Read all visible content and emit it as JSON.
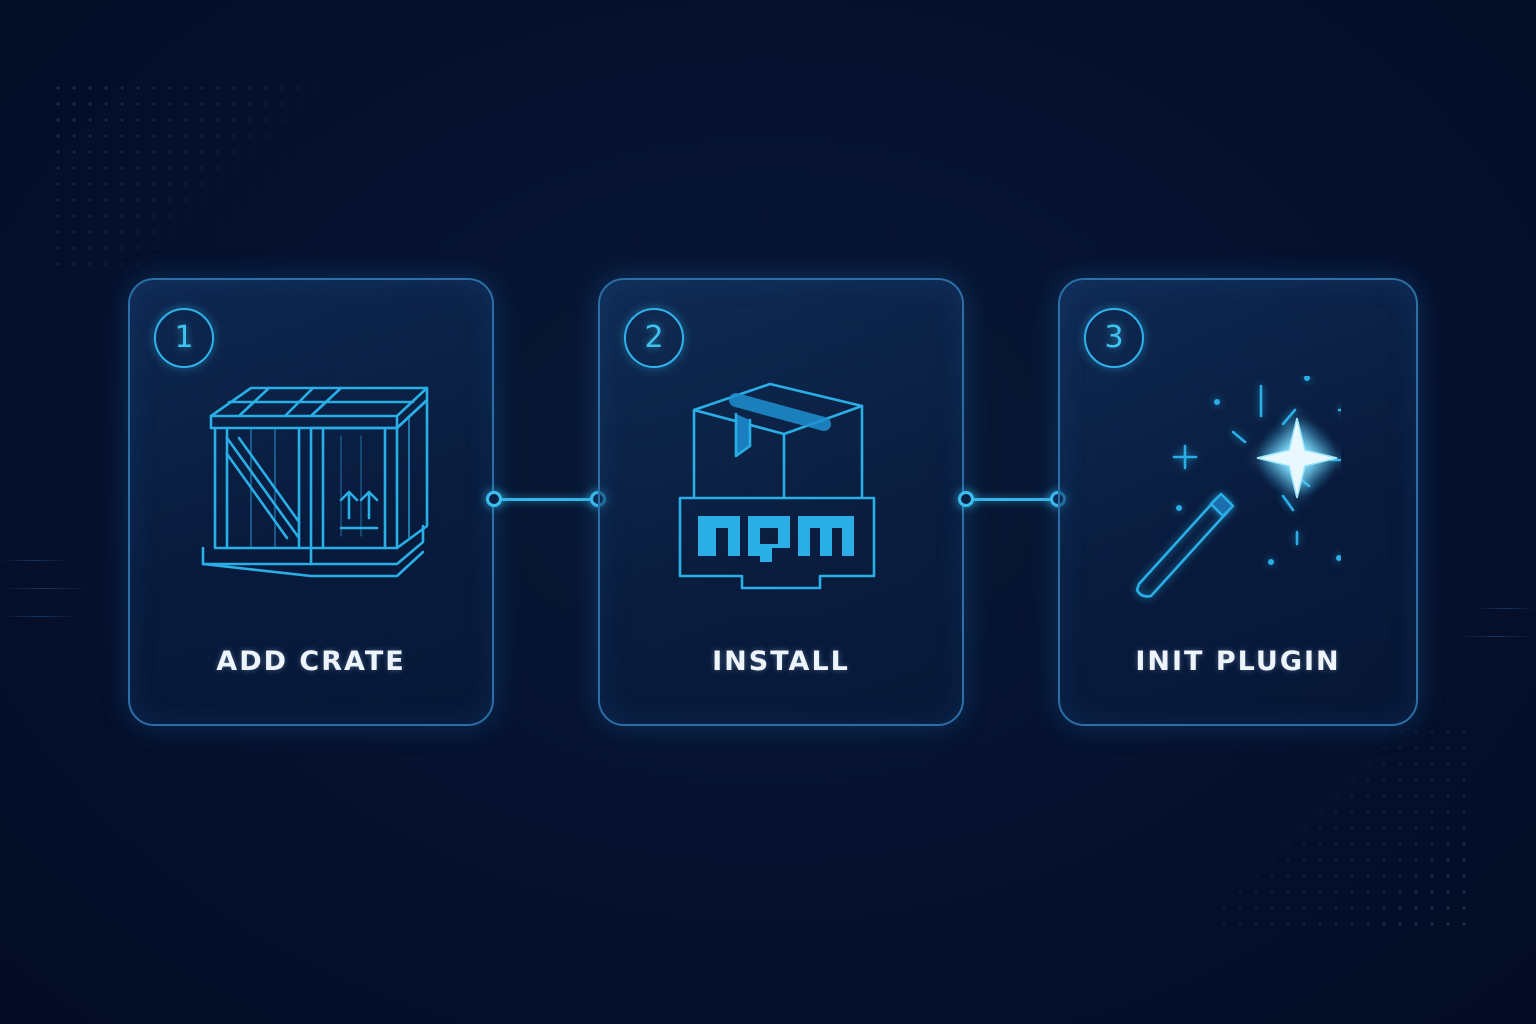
{
  "steps": [
    {
      "number": "1",
      "label": "ADD CRATE",
      "icon": "crate-icon"
    },
    {
      "number": "2",
      "label": "INSTALL",
      "icon": "npm-package-icon"
    },
    {
      "number": "3",
      "label": "INIT PLUGIN",
      "icon": "magic-wand-icon"
    }
  ],
  "npm_logo_text": "npm",
  "colors": {
    "background": "#061230",
    "accent": "#2aaee6",
    "card_border": "#2b6fa6",
    "label": "#eef4fb"
  }
}
